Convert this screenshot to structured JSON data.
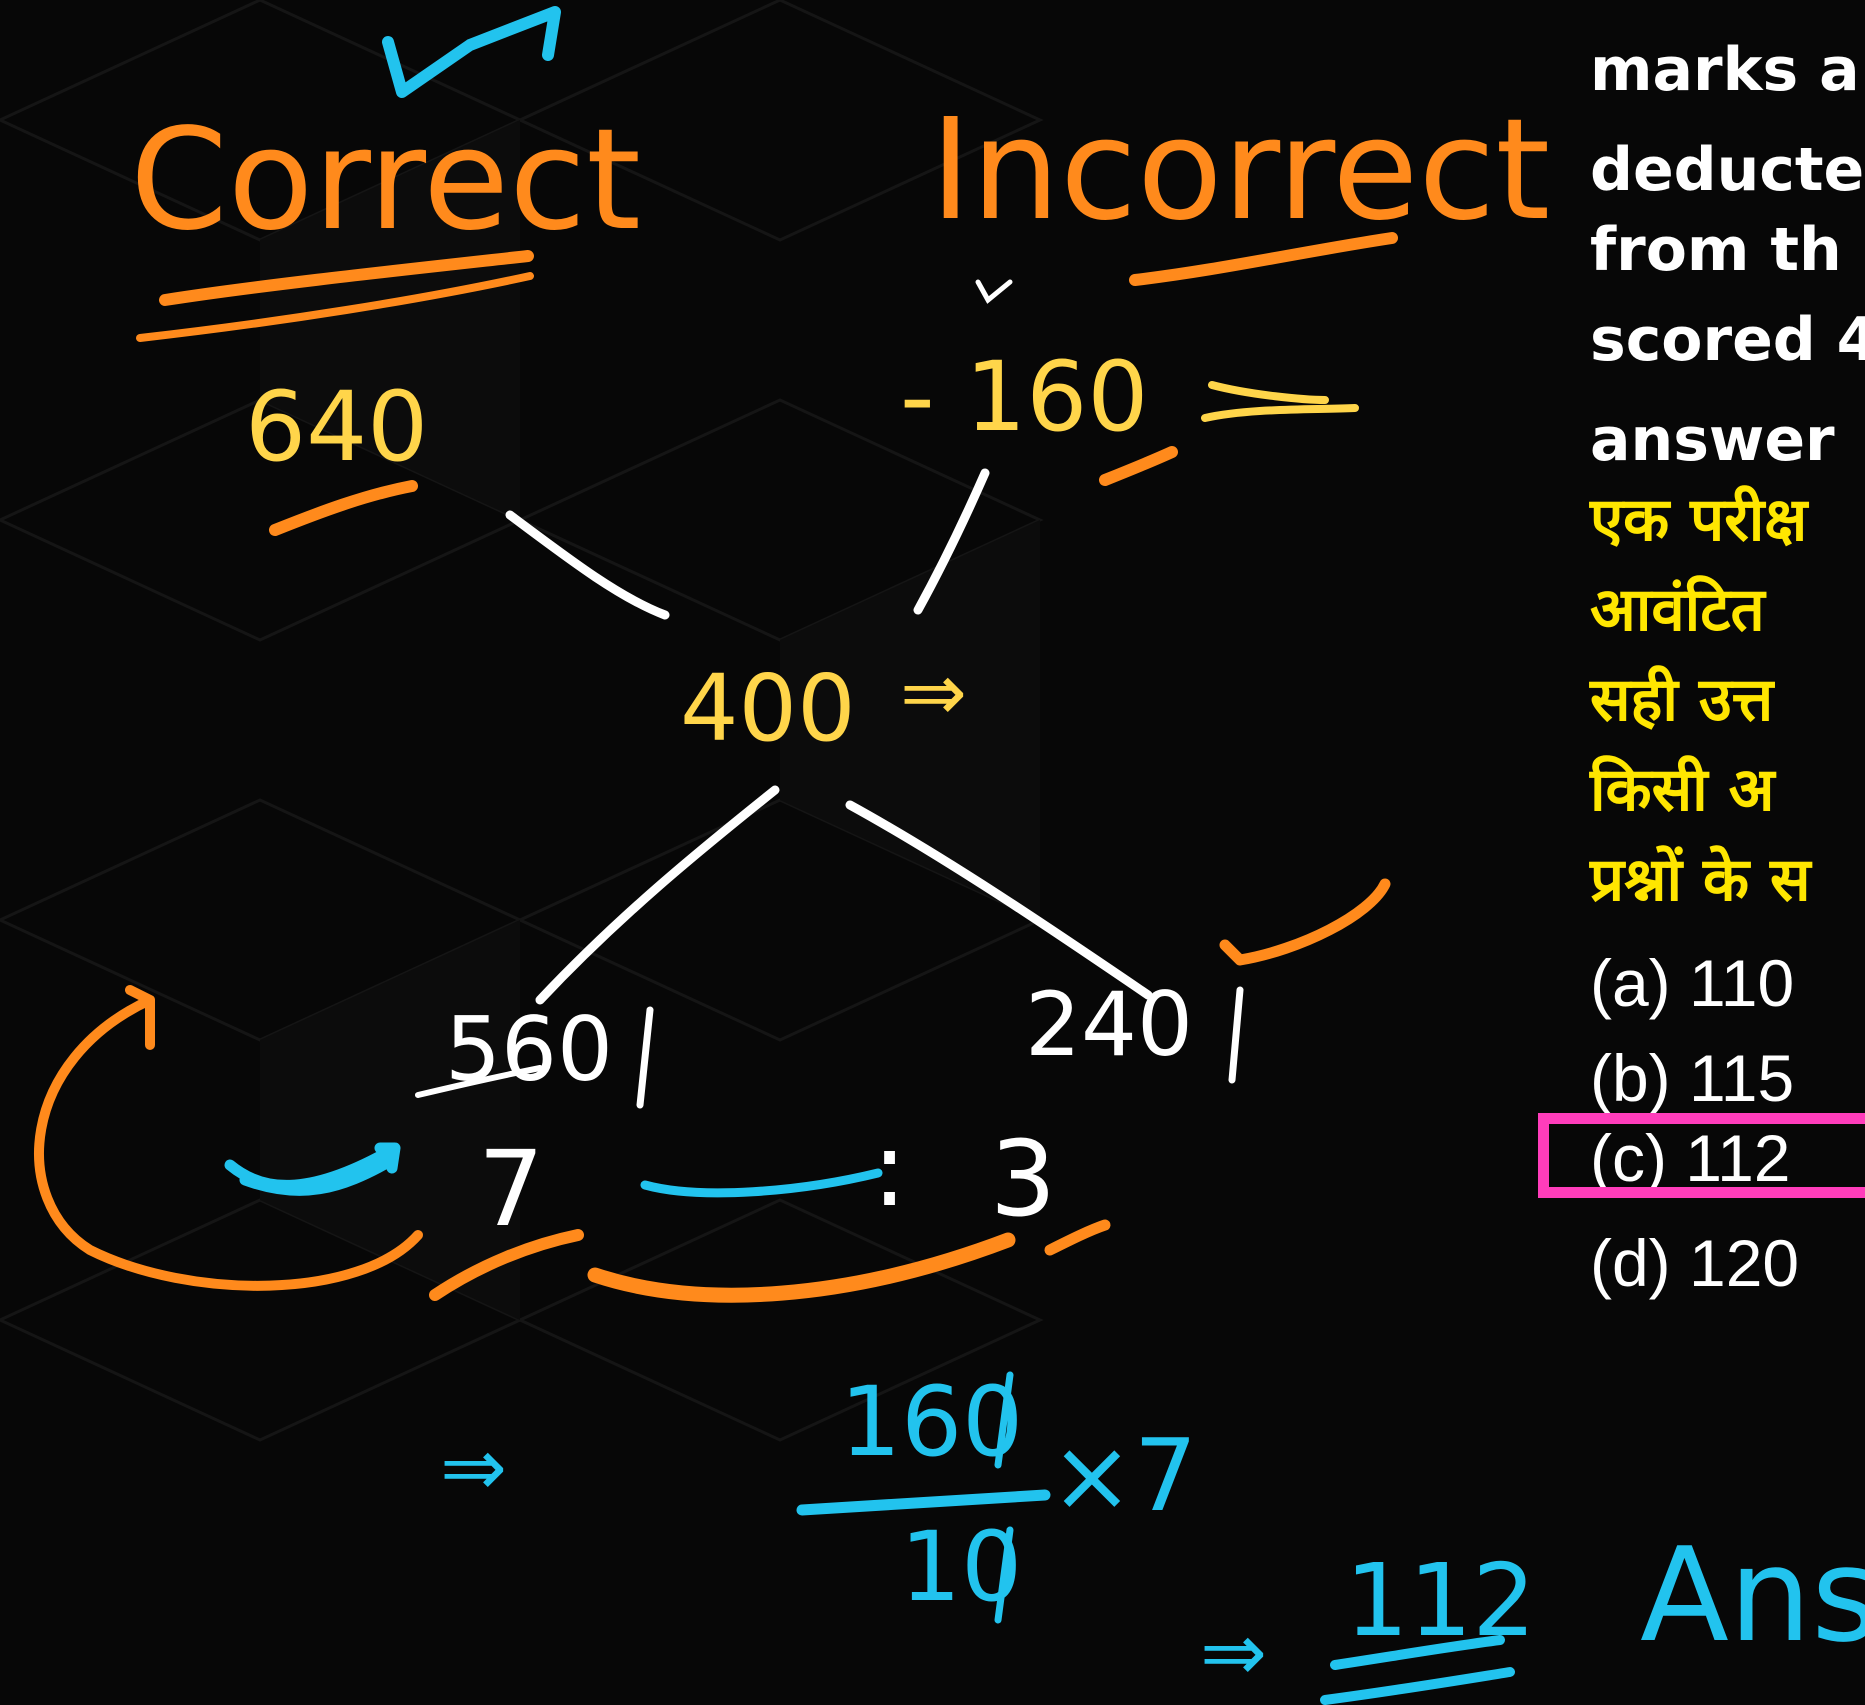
{
  "board": {
    "heading_correct": "Correct",
    "heading_incorrect": "Incorrect",
    "correct_value": "640",
    "incorrect_value": "- 160",
    "center_value": "400",
    "left_diff": "560",
    "right_diff": "240",
    "ratio_left": "7",
    "ratio_sep": ":",
    "ratio_right": "3",
    "fraction_numerator": "160",
    "fraction_denominator": "10",
    "multiplier": "×7",
    "result": "112",
    "answer_word": "Ans"
  },
  "question": {
    "english_lines": [
      "marks a",
      "deducte",
      "from th",
      "scored 4",
      "answer"
    ],
    "hindi_lines": [
      "एक परीक्ष",
      "आवंटित",
      "सही उत्त",
      "किसी अ",
      "प्रश्नों के स"
    ],
    "options": [
      {
        "label": "(a) 110"
      },
      {
        "label": "(b) 115"
      },
      {
        "label": "(c) 112",
        "highlighted": true
      },
      {
        "label": "(d) 120"
      }
    ]
  },
  "colors": {
    "orange": "#ff8a1c",
    "yellow": "#ffd54a",
    "cyan": "#22c3ee",
    "white": "#ffffff",
    "pink": "#ff3dbb",
    "hindi_yellow": "#ffe600"
  }
}
